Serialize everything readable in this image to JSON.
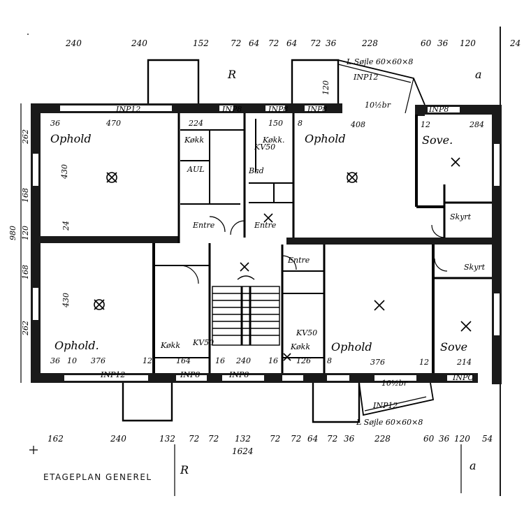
{
  "caption": "ETAGEPLAN GENEREL",
  "rooms": {
    "ophold_tl": "Ophold",
    "ophold_tc": "Ophold",
    "sove_tr": "Sove.",
    "ophold_bl": "Ophold.",
    "ophold_bc": "Ophold",
    "sove_br": "Sove",
    "kokken_tl": "Køkk",
    "kokken_tc": "Køkk.",
    "kokken_bl": "Køkk",
    "kokken_bc": "Køkk",
    "entre_1": "Entre",
    "entre_2": "Entre",
    "entre_3": "Entre",
    "bad_1": "Bad",
    "skyrt_1": "Skyrt",
    "skyrt_2": "Skyrt",
    "aul": "AUL",
    "ophold_note": "10½br",
    "ophold_note_2": "10½br",
    "kv_1": "KV50",
    "kv_2": "KV50",
    "kv_3": "KV50"
  },
  "top_dims": [
    "240",
    "240",
    "152",
    "72",
    "64",
    "72",
    "64",
    "72",
    "36",
    "228",
    "60",
    "36",
    "120",
    "24"
  ],
  "bottom_dims": [
    "162",
    "240",
    "132",
    "72",
    "72",
    "132",
    "72",
    "72",
    "64",
    "72",
    "36",
    "228",
    "60",
    "36",
    "120",
    "54"
  ],
  "total_dim": "1624",
  "left_dims": [
    "262",
    "168",
    "120",
    "980",
    "168",
    "262"
  ],
  "labels": {
    "sojle_top": "L Søjle 60×60×8",
    "sojle_bottom": "L Søjle 60×60×8",
    "inp_top_1": "INP12",
    "inp_top_2": "INP12",
    "inp_bot_1": "INP12",
    "inp_bot_2": "INP12",
    "inp8_a": "INP8",
    "inp8_b": "INP8",
    "inp8_c": "INP8",
    "inp8_d": "INP8",
    "inp8_e": "INP8",
    "inp8_f": "INP8",
    "inpc": "INPC",
    "section_a": "a",
    "section_b": "a",
    "section_left_top": "R",
    "section_left_bot": "R",
    "top_room_dims": [
      "36",
      "470",
      "224",
      "150",
      "8",
      "408",
      "12",
      "284"
    ],
    "bottom_room_dims": [
      "36",
      "10",
      "376",
      "12",
      "164",
      "16",
      "240",
      "16",
      "126",
      "8",
      "376",
      "12",
      "214"
    ],
    "side_dims": [
      "430",
      "430",
      "24",
      "120"
    ]
  }
}
